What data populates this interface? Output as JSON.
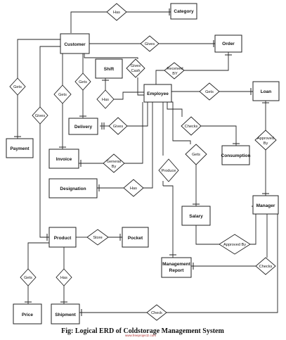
{
  "entities": {
    "category": "Category",
    "customer": "Customer",
    "order": "Order",
    "shift": "Shift",
    "employee": "Employee",
    "loan": "Loan",
    "payment": "Payment",
    "delivery": "Delivery",
    "consumption": "Consumption",
    "invoice": "Invoice",
    "designation": "Designation",
    "salary": "Salary",
    "manager": "Manager",
    "product": "Product",
    "pocket": "Pocket",
    "management_report": [
      "Management",
      "Report"
    ],
    "price": "Price",
    "shipment": "Shipment"
  },
  "relationships": {
    "has_category": "Has",
    "gives_order": "Gives",
    "gets_payment": "Gets",
    "gives_product": "Gives",
    "gets_invoice": "Gets",
    "gets_delivery": "Gets",
    "gives_cash": [
      "Gives",
      "Cash"
    ],
    "received_by": [
      "Received",
      "BY"
    ],
    "has_shift": "Has",
    "gets_loan": "Gets",
    "gives_delivery": "Gives",
    "checks_consumption": "Checks",
    "generated_by": [
      "Generat",
      "By"
    ],
    "has_designation": "Has",
    "produce_report": "Produce",
    "gets_salary": "Gets",
    "approved_by_loan": [
      "Approved",
      "By"
    ],
    "approved_by_salary": "Approved By",
    "store_pocket": "Store",
    "gets_price": "Gets",
    "has_shipment": "Has",
    "checks_report": "Checks",
    "check_shipment": "Check"
  },
  "caption": "Fig: Logical ERD of Coldstorage Management System",
  "credit": "www.freeprojectz.com"
}
